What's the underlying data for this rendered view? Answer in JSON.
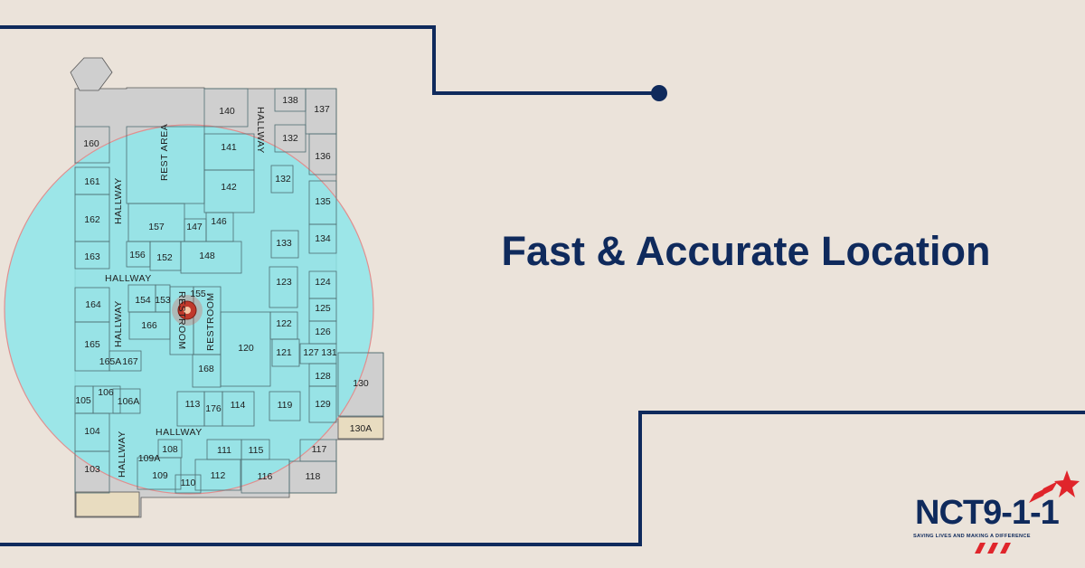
{
  "headline": "Fast & Accurate Location",
  "logo": {
    "name": "NCT9-1-1",
    "tagline": "SAVING LIVES AND MAKING A DIFFERENCE",
    "star_color": "#e0252b",
    "text_color": "#0f2a5c"
  },
  "colors": {
    "background": "#ebe3da",
    "line": "#0f2a5c",
    "coverage_fill": "#8ee6ea",
    "coverage_edge": "#e08f8f",
    "room_gray": "#cfcfcf",
    "room_tan": "#e8dcc0",
    "marker": "#c0392b"
  },
  "floorplan": {
    "halls": [
      "HALLWAY",
      "HALLWAY",
      "HALLWAY",
      "HALLWAY",
      "HALLWAY"
    ],
    "areas": [
      "REST AREA",
      "RESTROOM",
      "RESTROOM"
    ],
    "rooms": [
      "140",
      "138",
      "137",
      "160",
      "141",
      "132",
      "136",
      "161",
      "142",
      "132",
      "135",
      "162",
      "157",
      "147",
      "146",
      "134",
      "133",
      "163",
      "156",
      "152",
      "148",
      "123",
      "124",
      "164",
      "154",
      "153",
      "155",
      "125",
      "166",
      "122",
      "126",
      "165",
      "120",
      "121",
      "127",
      "131",
      "165A",
      "167",
      "168",
      "128",
      "130",
      "105",
      "106",
      "106A",
      "113",
      "176",
      "114",
      "119",
      "129",
      "104",
      "130A",
      "108",
      "111",
      "115",
      "117",
      "109A",
      "103",
      "109",
      "112",
      "116",
      "118",
      "110"
    ]
  }
}
